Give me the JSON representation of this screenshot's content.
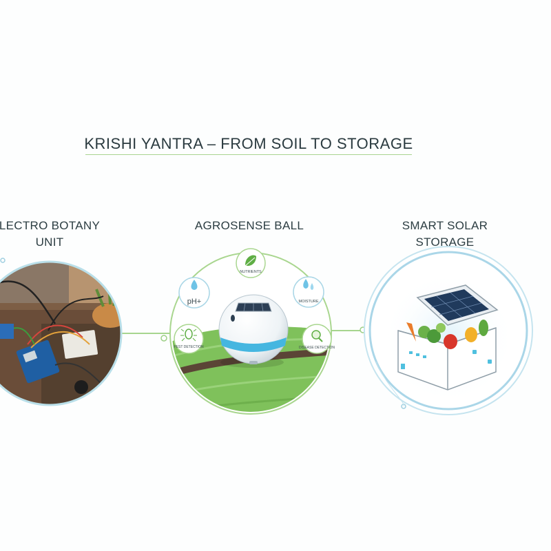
{
  "title": "KRISHI YANTRA – FROM SOIL TO STORAGE",
  "units": [
    {
      "label_line1": "LECTRO BOTANY",
      "label_line2": "UNIT"
    },
    {
      "label_line1": "AGROSENSE BALL",
      "label_line2": ""
    },
    {
      "label_line1": "SMART SOLAR",
      "label_line2": "STORAGE"
    }
  ],
  "sensor_badges": {
    "nutrients": "NUTRIENTS",
    "ph": "pH+",
    "moisture": "MOISTURE",
    "pest_detection": "PEST DETECTION",
    "disease_detection": "DISEASE DETECTION"
  },
  "colors": {
    "accent_green": "#8fcb72",
    "accent_blue": "#9fd3ea",
    "ball_band": "#45b6e0"
  }
}
